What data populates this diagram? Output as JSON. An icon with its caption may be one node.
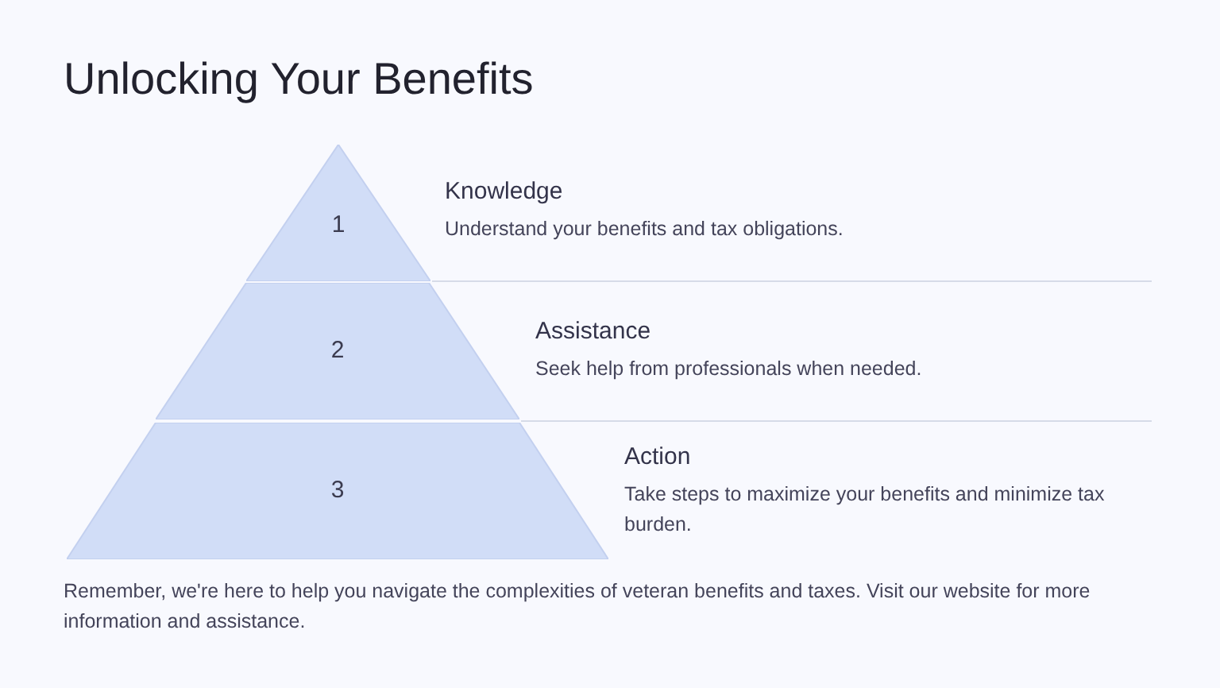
{
  "diagram": {
    "title": "Unlocking Your Benefits",
    "caption": "Remember, we're here to help you navigate the complexities of veteran benefits and taxes. Visit our website for more information and assistance.",
    "nodes": [
      {
        "text": [
          "1"
        ],
        "beside": [
          "Knowledge",
          "Understand your benefits and tax obligations."
        ]
      },
      {
        "text": [
          "2"
        ],
        "beside": [
          "Assistance",
          "Seek help from professionals when needed."
        ]
      },
      {
        "text": [
          "3"
        ],
        "beside": [
          "Action",
          "Take steps to maximize your benefits and minimize tax burden."
        ]
      }
    ]
  }
}
